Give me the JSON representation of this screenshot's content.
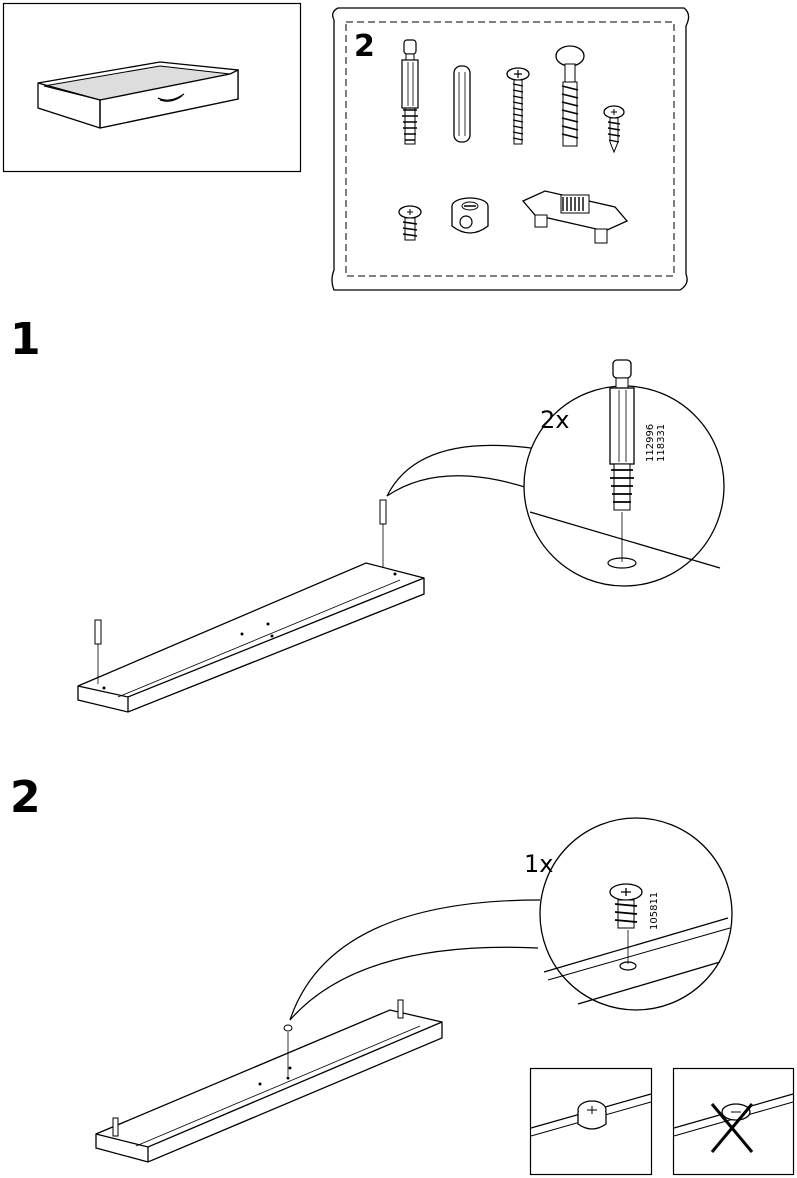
{
  "bag": {
    "number": "2"
  },
  "step1": {
    "number": "1",
    "quantity": "2x",
    "codes": [
      "112996",
      "118331"
    ]
  },
  "step2": {
    "number": "2",
    "quantity": "1x",
    "codes": [
      "105811"
    ]
  },
  "icons": [
    "drawer-overview-icon",
    "dowel-screw-icon",
    "wood-dowel-icon",
    "machine-screw-icon",
    "bolt-icon",
    "wood-screw-icon",
    "cam-lock-nut-icon",
    "drawer-runner-clip-icon",
    "correct-check-icon",
    "wrong-cross-icon"
  ]
}
